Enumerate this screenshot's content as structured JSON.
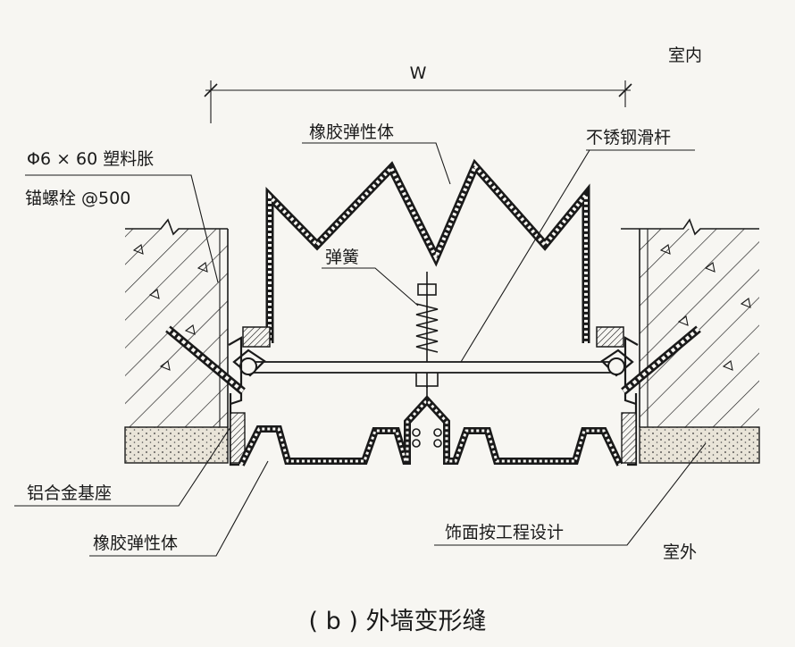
{
  "labels": {
    "indoor": "室内",
    "outdoor": "室外",
    "width_dim": "W",
    "rubber_top": "橡胶弹性体",
    "slide_rod": "不锈钢滑杆",
    "anchor_line1": "Φ6 × 60 塑料胀",
    "anchor_line2": "锚螺栓 @500",
    "spring": "弹簧",
    "alu_base": "铝合金基座",
    "rubber_bottom": "橡胶弹性体",
    "finish": "饰面按工程设计",
    "caption": "( b ) 外墙变形缝"
  },
  "colors": {
    "background": "#f7f6f2",
    "line": "#1a1a1a",
    "foam": "#e9e4d8"
  }
}
